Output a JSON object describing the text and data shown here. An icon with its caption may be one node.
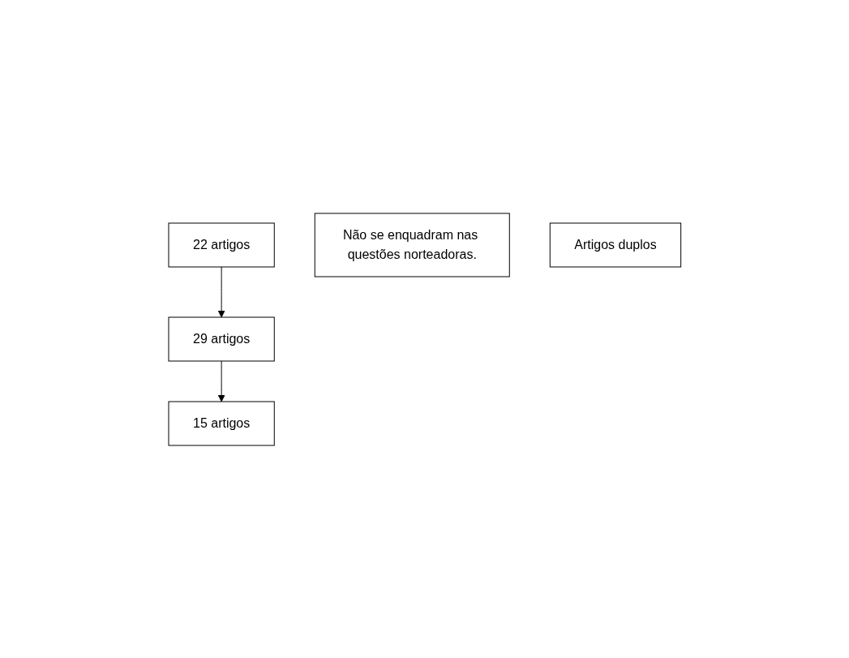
{
  "diagram": {
    "nodes": [
      {
        "text": [
          "22 artigos"
        ]
      },
      {
        "text": [
          "Não se enquadram nas questões norteadoras."
        ]
      },
      {
        "text": [
          "29 artigos"
        ]
      },
      {
        "text": [
          "Artigos duplos"
        ]
      },
      {
        "text": [
          "15 artigos"
        ]
      }
    ],
    "edges": [
      {
        "from": 0,
        "to": 2,
        "arrow": "to"
      },
      {
        "from": 2,
        "to": 4,
        "arrow": "to"
      }
    ]
  }
}
